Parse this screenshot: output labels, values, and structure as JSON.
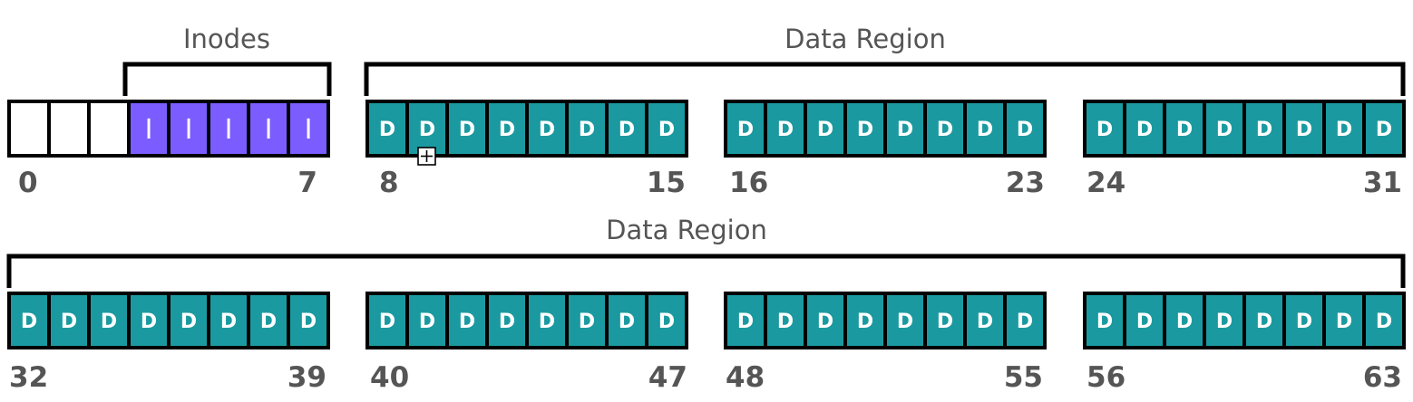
{
  "rows": [
    {
      "groups": [
        {
          "blocks": [
            "",
            "",
            "",
            "I",
            "I",
            "I",
            "I",
            "I"
          ],
          "kinds": [
            "free",
            "free",
            "free",
            "inode",
            "inode",
            "inode",
            "inode",
            "inode"
          ],
          "start_label": "0",
          "end_label": "7"
        },
        {
          "blocks": [
            "D",
            "D",
            "D",
            "D",
            "D",
            "D",
            "D",
            "D"
          ],
          "kinds": [
            "data",
            "data",
            "data",
            "data",
            "data",
            "data",
            "data",
            "data"
          ],
          "start_label": "8",
          "end_label": "15"
        },
        {
          "blocks": [
            "D",
            "D",
            "D",
            "D",
            "D",
            "D",
            "D",
            "D"
          ],
          "kinds": [
            "data",
            "data",
            "data",
            "data",
            "data",
            "data",
            "data",
            "data"
          ],
          "start_label": "16",
          "end_label": "23"
        },
        {
          "blocks": [
            "D",
            "D",
            "D",
            "D",
            "D",
            "D",
            "D",
            "D"
          ],
          "kinds": [
            "data",
            "data",
            "data",
            "data",
            "data",
            "data",
            "data",
            "data"
          ],
          "start_label": "24",
          "end_label": "31"
        }
      ],
      "brackets": [
        {
          "label": "Inodes"
        },
        {
          "label": "Data Region"
        }
      ]
    },
    {
      "groups": [
        {
          "blocks": [
            "D",
            "D",
            "D",
            "D",
            "D",
            "D",
            "D",
            "D"
          ],
          "kinds": [
            "data",
            "data",
            "data",
            "data",
            "data",
            "data",
            "data",
            "data"
          ],
          "start_label": "32",
          "end_label": "39"
        },
        {
          "blocks": [
            "D",
            "D",
            "D",
            "D",
            "D",
            "D",
            "D",
            "D"
          ],
          "kinds": [
            "data",
            "data",
            "data",
            "data",
            "data",
            "data",
            "data",
            "data"
          ],
          "start_label": "40",
          "end_label": "47"
        },
        {
          "blocks": [
            "D",
            "D",
            "D",
            "D",
            "D",
            "D",
            "D",
            "D"
          ],
          "kinds": [
            "data",
            "data",
            "data",
            "data",
            "data",
            "data",
            "data",
            "data"
          ],
          "start_label": "48",
          "end_label": "55"
        },
        {
          "blocks": [
            "D",
            "D",
            "D",
            "D",
            "D",
            "D",
            "D",
            "D"
          ],
          "kinds": [
            "data",
            "data",
            "data",
            "data",
            "data",
            "data",
            "data",
            "data"
          ],
          "start_label": "56",
          "end_label": "63"
        }
      ],
      "brackets": [
        {
          "label": "Data Region"
        }
      ]
    }
  ],
  "colors": {
    "free": "#ffffff",
    "inode": "#7b5cff",
    "data": "#1a9aa0",
    "outline": "#000000",
    "label": "#555555"
  },
  "cursor": {
    "icon": "crosshair-cursor-icon"
  }
}
